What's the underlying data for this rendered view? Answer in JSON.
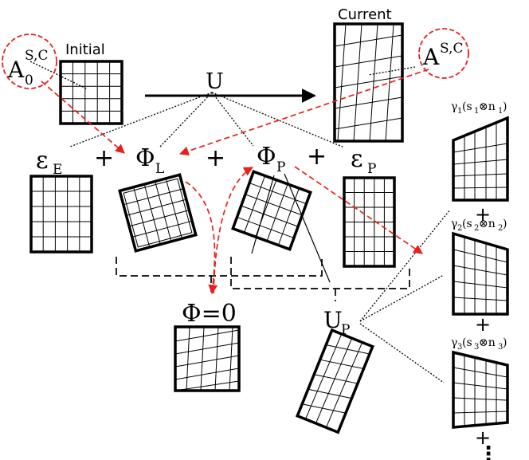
{
  "labels": {
    "initial": "Initial",
    "current": "Current",
    "deformation": "U",
    "a0_base": "A",
    "a0_sub": "0",
    "a0_sup": "S,C",
    "a_base": "A",
    "a_sup": "S,C",
    "eps_e_base": "ε",
    "eps_e_sub": "E",
    "phi_l_base": "Φ",
    "phi_l_sub": "L",
    "phi_p_base": "Φ",
    "phi_p_sub": "P",
    "eps_p_base": "ε",
    "eps_p_sub": "P",
    "phi_zero": "Φ=0",
    "u_p_base": "U",
    "u_p_sub": "P",
    "plus": "+",
    "ellipsis": "⋮",
    "slip1_a": "γ",
    "slip1_b": "1",
    "slip1_c": "(s",
    "slip1_d": "1",
    "slip1_e": "⊗n",
    "slip1_f": "1",
    "slip1_g": ")",
    "slip2_a": "γ",
    "slip2_b": "2",
    "slip2_c": "(s",
    "slip2_d": "2",
    "slip2_e": "⊗n",
    "slip2_f": "2",
    "slip2_g": ")",
    "slip3_a": "γ",
    "slip3_b": "3",
    "slip3_c": "(s",
    "slip3_d": "3",
    "slip3_e": "⊗n",
    "slip3_f": "3",
    "slip3_g": ")"
  },
  "colors": {
    "ink": "#000000",
    "red": "#e8201c"
  }
}
